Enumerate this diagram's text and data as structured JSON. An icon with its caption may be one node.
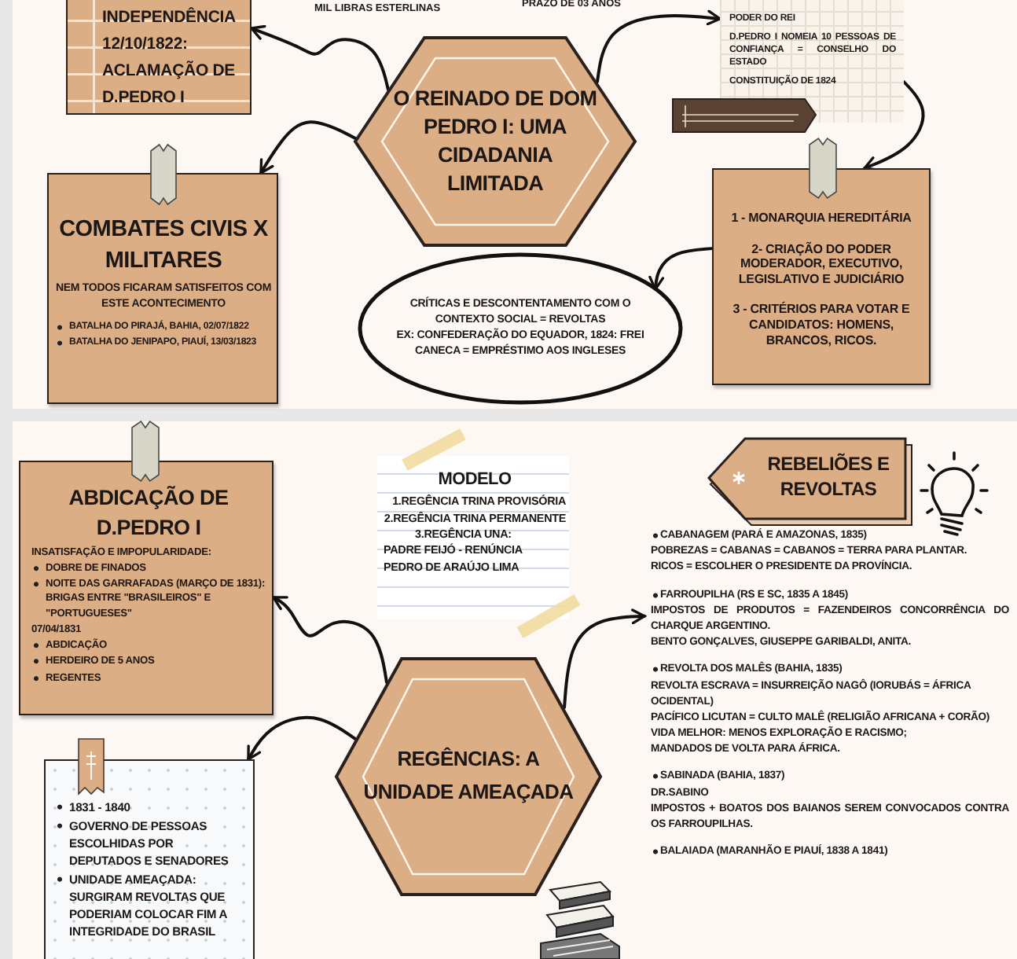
{
  "diagram": {
    "nodes": [
      {
        "text": [
          "INDEPENDÊNCIA",
          "12/10/1822: ACLAMAÇÃO DE D.PEDRO I"
        ]
      },
      {
        "text": [
          "O REINADO DE DOM PEDRO I: UMA CIDADANIA LIMITADA"
        ]
      },
      {
        "text": [
          "PODER DO REI",
          "D.PEDRO I NOMEIA 10 PESSOAS DE CONFIANÇA = CONSELHO DO ESTADO",
          "CONSTITUIÇÃO DE 1824"
        ]
      },
      {
        "text": [
          "COMBATES CIVIS X MILITARES",
          "NEM TODOS FICARAM SATISFEITOS COM ESTE ACONTECIMENTO",
          "BATALHA DO PIRAJÁ, BAHIA, 02/07/1822",
          "BATALHA DO JENIPAPO, PIAUÍ, 13/03/1823"
        ]
      },
      {
        "text": [
          "1 - MONARQUIA HEREDITÁRIA",
          "2- CRIAÇÃO DO PODER MODERADOR, EXECUTIVO, LEGISLATIVO E JUDICIÁRIO",
          "3 - CRITÉRIOS PARA VOTAR E CANDIDATOS: HOMENS, BRANCOS, RICOS."
        ]
      },
      {
        "text": [
          "CRÍTICAS E DESCONTENTAMENTO COM O CONTEXTO SOCIAL = REVOLTAS",
          "EX: CONFEDERAÇÃO DO EQUADOR, 1824: FREI CANECA = EMPRÉSTIMO AOS INGLESES"
        ]
      },
      {
        "text": [
          "ABDICAÇÃO DE D.PEDRO I",
          "INSATISFAÇÃO E IMPOPULARIDADE:",
          "DOBRE DE FINADOS",
          "NOITE DAS GARRAFADAS (MARÇO DE 1831): BRIGAS ENTRE \"BRASILEIROS\" E \"PORTUGUESES\"",
          "07/04/1831",
          "ABDICAÇÃO",
          "HERDEIRO DE 5 ANOS",
          "REGENTES"
        ]
      },
      {
        "text": [
          "MODELO",
          "1.REGÊNCIA TRINA PROVISÓRIA",
          "2.REGÊNCIA TRINA PERMANENTE",
          "3.REGÊNCIA UNA:",
          "PADRE FEIJÓ - RENÚNCIA",
          "PEDRO DE ARAÚJO LIMA"
        ]
      },
      {
        "text": [
          "REBELIÕES E REVOLTAS"
        ]
      },
      {
        "text": [
          "REGÊNCIAS: A UNIDADE AMEAÇADA"
        ]
      },
      {
        "text": [
          "CABANAGEM (PARÁ E AMAZONAS, 1835)",
          "POBREZAS = CABANAS = CABANOS = TERRA PARA PLANTAR.",
          "RICOS = ESCOLHER O PRESIDENTE DA PROVÍNCIA.",
          "FARROUPILHA (RS E SC, 1835 A 1845)",
          "IMPOSTOS DE PRODUTOS = FAZENDEIROS CONCORRÊNCIA DO CHARQUE ARGENTINO.",
          "BENTO GONÇALVES, GIUSEPPE GARIBALDI, ANITA.",
          "REVOLTA DOS MALÊS (BAHIA, 1835)",
          "REVOLTA ESCRAVA = INSURREIÇÃO NAGÔ (IORUBÁS = ÁFRICA OCIDENTAL)",
          "PACÍFICO LICUTAN = CULTO MALÊ (RELIGIÃO AFRICANA + CORÃO)",
          "VIDA MELHOR: MENOS EXPLORAÇÃO E RACISMO;",
          "MANDADOS DE VOLTA PARA ÁFRICA.",
          "SABINADA (BAHIA, 1837)",
          "DR.SABINO",
          "IMPOSTOS + BOATOS DOS BAIANOS SEREM CONVOCADOS CONTRA OS FARROUPILHAS.",
          "BALAIADA (MARANHÃO E PIAUÍ, 1838 A 1841)"
        ]
      },
      {
        "text": [
          "1831 - 1840",
          "GOVERNO DE PESSOAS ESCOLHIDAS POR DEPUTADOS E SENADORES",
          "UNIDADE AMEAÇADA: SURGIRAM REVOLTAS QUE PODERIAM COLOCAR FIM A INTEGRIDADE DO BRASIL"
        ]
      }
    ],
    "edges": [
      {
        "from": 1,
        "to": 0,
        "arrow": "to"
      },
      {
        "from": 1,
        "to": 2,
        "arrow": "to"
      },
      {
        "from": 1,
        "to": 3,
        "arrow": "to"
      },
      {
        "from": 2,
        "to": 4,
        "arrow": "to"
      },
      {
        "from": 4,
        "to": 5,
        "arrow": "to"
      },
      {
        "from": 9,
        "to": 6,
        "arrow": "to"
      },
      {
        "from": 9,
        "to": 11,
        "arrow": "to"
      },
      {
        "from": 9,
        "to": 10,
        "arrow": "to"
      }
    ],
    "labels": [
      "MIL LIBRAS ESTERLINAS",
      "PRAZO DE 03 ANOS"
    ]
  }
}
